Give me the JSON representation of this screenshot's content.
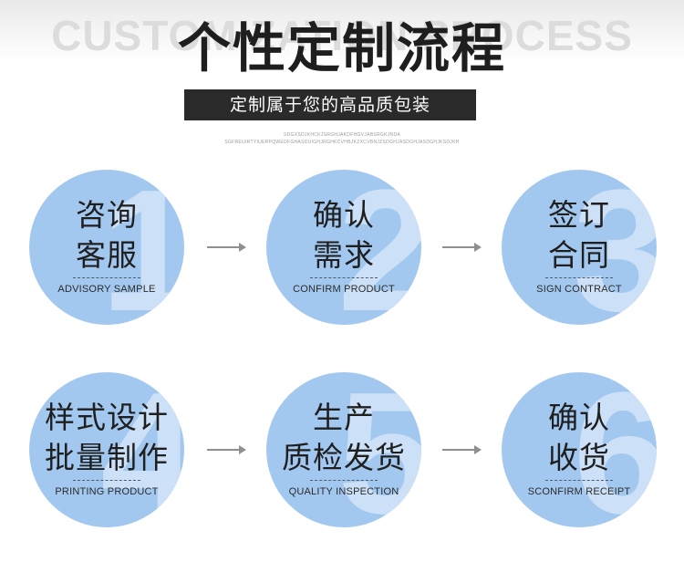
{
  "header": {
    "background_text": "CUSTOMIZATION PROCESS",
    "title": "个性定制流程",
    "subtitle": "定制属于您的高品质包装",
    "fine_line_1": "SDGXSDJKHCKJSRGHJAKDFHGVJABSRGKJNDA",
    "fine_line_2": "SGFREUIRTYIUERPQWEDFGHASDUIGHJRGHKCVHBJKZXCVBNJZSDGHJASDGHJASDGHJKSDJKH"
  },
  "steps": [
    {
      "number": "1",
      "line1": "咨询",
      "line2": "客服",
      "en": "ADVISORY SAMPLE"
    },
    {
      "number": "2",
      "line1": "确认",
      "line2": "需求",
      "en": "CONFIRM PRODUCT"
    },
    {
      "number": "3",
      "line1": "签订",
      "line2": "合同",
      "en": "SIGN CONTRACT"
    },
    {
      "number": "4",
      "line1": "样式设计",
      "line2": "批量制作",
      "en": "PRINTING PRODUCT"
    },
    {
      "number": "5",
      "line1": "生产",
      "line2": "质检发货",
      "en": "QUALITY INSPECTION"
    },
    {
      "number": "6",
      "line1": "确认",
      "line2": "收货",
      "en": "SCONFIRM RECEIPT"
    }
  ],
  "colors": {
    "circle": "#a3c8ef",
    "numeral": "#cfe3f7",
    "arrow": "#8f8f8f"
  },
  "icons": {
    "arrow": "right-arrow-icon"
  }
}
